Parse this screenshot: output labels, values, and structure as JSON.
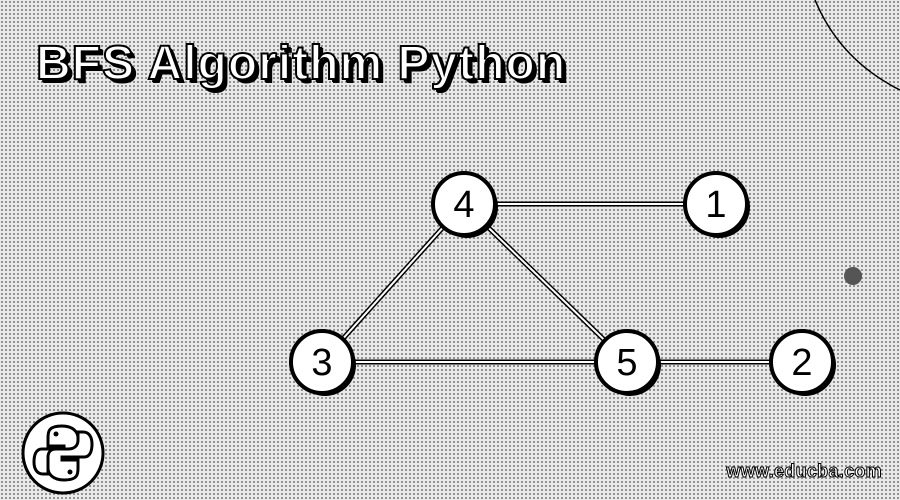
{
  "title": "BFS Algorithm Python",
  "graph": {
    "nodes": [
      {
        "id": "4",
        "label": "4"
      },
      {
        "id": "1",
        "label": "1"
      },
      {
        "id": "3",
        "label": "3"
      },
      {
        "id": "5",
        "label": "5"
      },
      {
        "id": "2",
        "label": "2"
      }
    ],
    "edges": [
      [
        "4",
        "1"
      ],
      [
        "4",
        "3"
      ],
      [
        "4",
        "5"
      ],
      [
        "3",
        "5"
      ],
      [
        "5",
        "2"
      ]
    ]
  },
  "logo": {
    "icon": "python-logo-icon"
  },
  "watermark": "www.educba.com"
}
